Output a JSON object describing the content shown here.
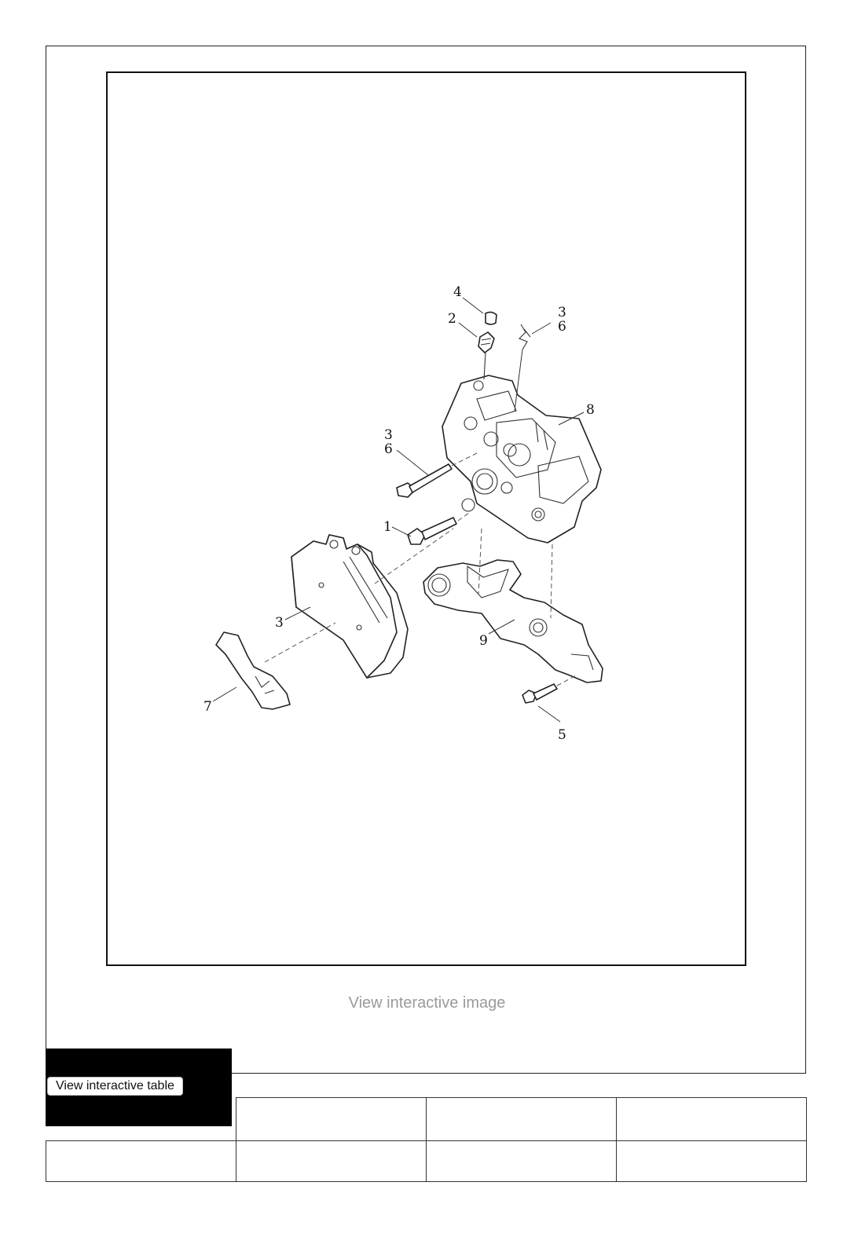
{
  "figure": {
    "callouts": {
      "c1": "1",
      "c2": "2",
      "c3a": "3",
      "c3b": "3",
      "c3c": "3",
      "c4": "4",
      "c5": "5",
      "c6a": "6",
      "c6b": "6",
      "c7": "7",
      "c8": "8",
      "c9": "9"
    }
  },
  "links": {
    "view_image": "View interactive image",
    "view_table": "View interactive table"
  },
  "table": {
    "rows": [
      [
        "",
        "",
        "",
        ""
      ],
      [
        "",
        "",
        "",
        ""
      ]
    ]
  }
}
